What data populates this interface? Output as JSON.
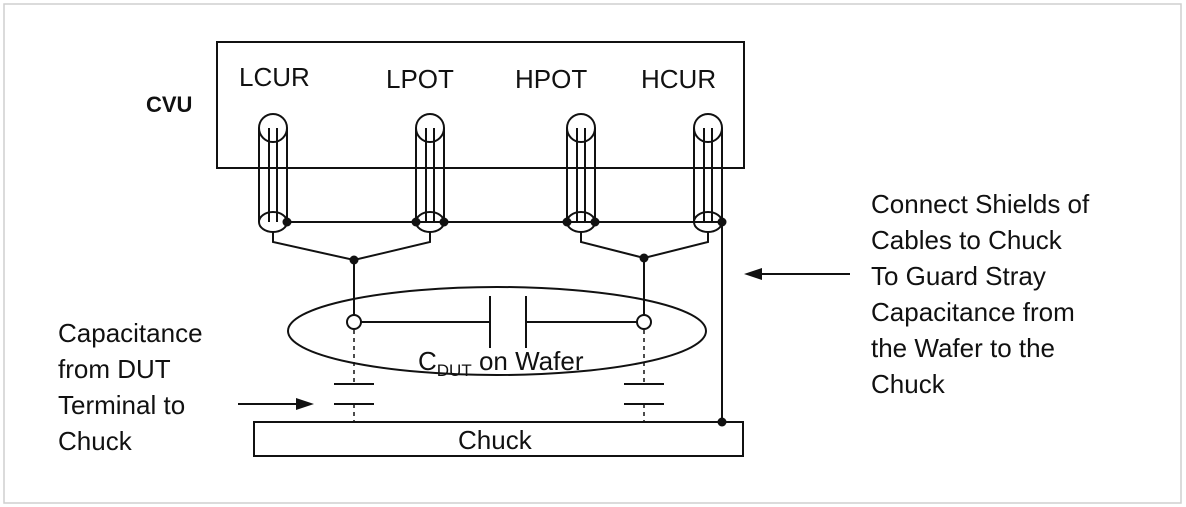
{
  "cvu": {
    "title": "CVU",
    "terminals": [
      "LCUR",
      "LPOT",
      "HPOT",
      "HCUR"
    ]
  },
  "capacitor": {
    "main": "C",
    "subscript": "DUT",
    "suffix": " on Wafer"
  },
  "chuck": {
    "label": "Chuck"
  },
  "left_note": [
    "Capacitance",
    "from DUT",
    "Terminal to",
    "Chuck"
  ],
  "right_note": [
    "Connect Shields of",
    "Cables to Chuck",
    "To Guard Stray",
    "Capacitance from",
    "the Wafer to the",
    "Chuck"
  ],
  "colors": {
    "line": "#111111",
    "frame": "#cfcfcf",
    "background": "#ffffff"
  }
}
